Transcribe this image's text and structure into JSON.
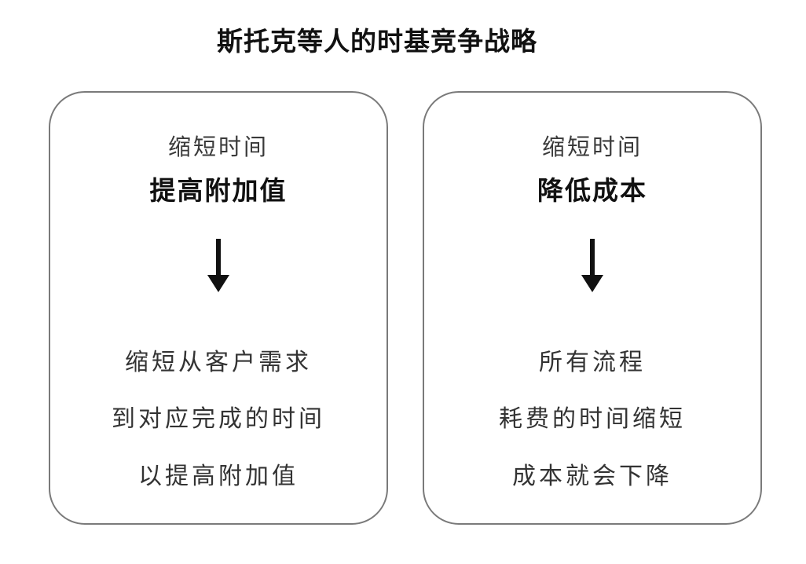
{
  "title": "斯托克等人的时基竞争战略",
  "panels": [
    {
      "subtitle": "缩短时间",
      "heading": "提高附加值",
      "lines": [
        "缩短从客户需求",
        "到对应完成的时间",
        "以提高附加值"
      ]
    },
    {
      "subtitle": "缩短时间",
      "heading": "降低成本",
      "lines": [
        "所有流程",
        "耗费的时间缩短",
        "成本就会下降"
      ]
    }
  ],
  "icons": {
    "arrow": "arrow-down-icon"
  }
}
